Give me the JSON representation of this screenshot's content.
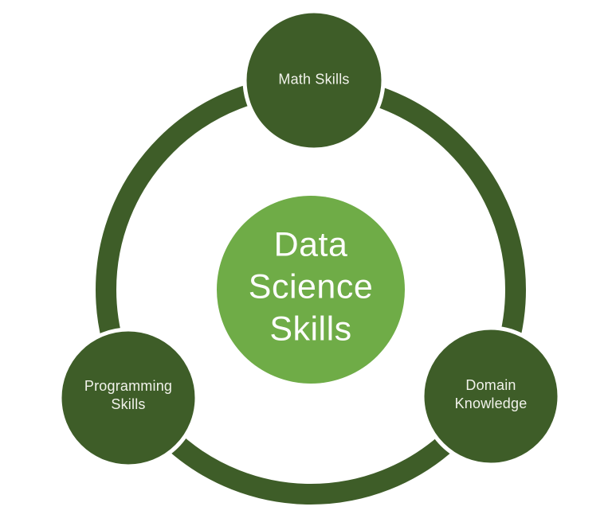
{
  "colors": {
    "dark_green": "#3E5D28",
    "light_green": "#6FAC47",
    "white_outline": "#FFFFFF",
    "center_text": "#FDFDFB",
    "node_text": "#F1F2EB",
    "background": "#FFFFFF"
  },
  "center": {
    "lines": [
      "Data",
      "Science",
      "Skills"
    ]
  },
  "nodes": {
    "math": {
      "lines": [
        "Math Skills"
      ]
    },
    "programming": {
      "lines": [
        "Programming",
        "Skills"
      ]
    },
    "domain": {
      "lines": [
        "Domain",
        "Knowledge"
      ]
    }
  }
}
